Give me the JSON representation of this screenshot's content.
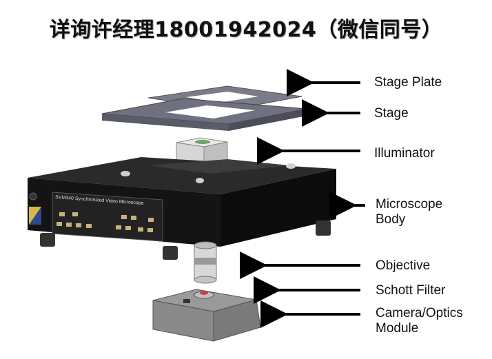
{
  "title": "详询许经理18001942024（微信同号）",
  "components": [
    {
      "label": "Stage Plate"
    },
    {
      "label": "Stage"
    },
    {
      "label": "Illuminator"
    },
    {
      "label_line1": "Microscope",
      "label_line2": "Body"
    },
    {
      "label": "Objective"
    },
    {
      "label": "Schott Filter"
    },
    {
      "label_line1": "Camera/Optics",
      "label_line2": "Module"
    }
  ],
  "front_panel_text": "SVM340 Synchronized Video Microscope",
  "colors": {
    "body": "#1a1a1a",
    "stage": "#6e6f7c",
    "arrow": "#000000"
  }
}
